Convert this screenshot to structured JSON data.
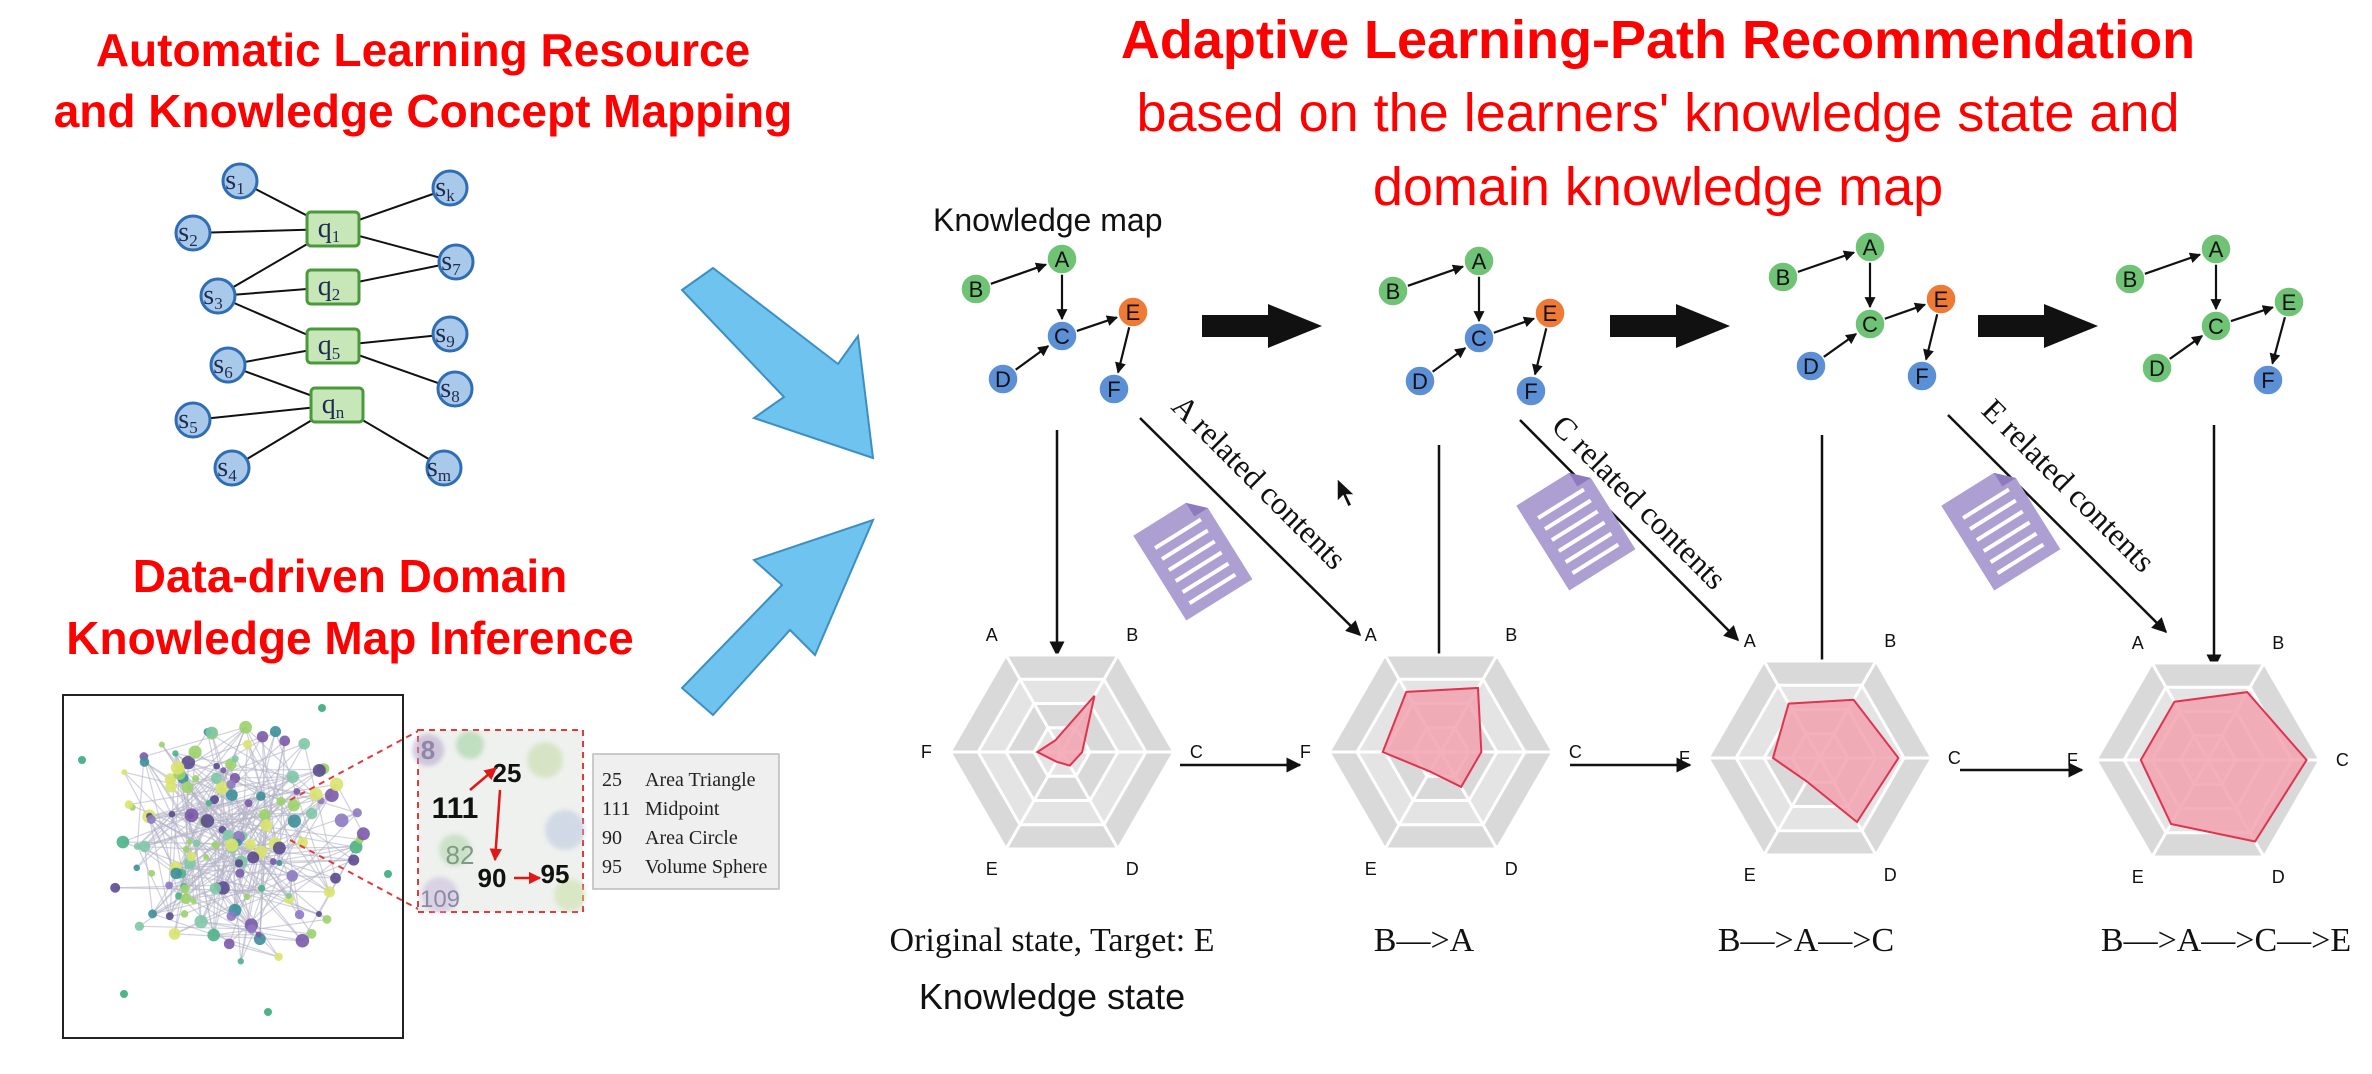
{
  "left_top_title": {
    "line1": "Automatic Learning Resource",
    "line2": "and Knowledge Concept Mapping"
  },
  "left_bottom_title": {
    "line1": "Data-driven Domain",
    "line2": "Knowledge Map Inference"
  },
  "main_title": {
    "line1": "Adaptive Learning-Path Recommendation",
    "line2": "based on the learners' knowledge state and",
    "line3": "domain knowledge map"
  },
  "bipartite": {
    "s_nodes": [
      {
        "id": "s1",
        "base": "s",
        "sub": "1"
      },
      {
        "id": "s2",
        "base": "s",
        "sub": "2"
      },
      {
        "id": "s3",
        "base": "s",
        "sub": "3"
      },
      {
        "id": "s6",
        "base": "s",
        "sub": "6"
      },
      {
        "id": "s5",
        "base": "s",
        "sub": "5"
      },
      {
        "id": "s4",
        "base": "s",
        "sub": "4"
      },
      {
        "id": "sk",
        "base": "s",
        "sub": "k"
      },
      {
        "id": "s7",
        "base": "s",
        "sub": "7"
      },
      {
        "id": "s9",
        "base": "s",
        "sub": "9"
      },
      {
        "id": "s8",
        "base": "s",
        "sub": "8"
      },
      {
        "id": "sm",
        "base": "s",
        "sub": "m"
      }
    ],
    "q_nodes": [
      {
        "id": "q1",
        "base": "q",
        "sub": "1"
      },
      {
        "id": "q2",
        "base": "q",
        "sub": "2"
      },
      {
        "id": "q5",
        "base": "q",
        "sub": "5"
      },
      {
        "id": "qn",
        "base": "q",
        "sub": "n"
      }
    ]
  },
  "zoom_inset": {
    "nodes": [
      "8",
      "25",
      "111",
      "82",
      "90",
      "95",
      "109"
    ]
  },
  "concept_legend": [
    {
      "id": "25",
      "name": "Area Triangle"
    },
    {
      "id": "111",
      "name": "Midpoint"
    },
    {
      "id": "90",
      "name": "Area Circle"
    },
    {
      "id": "95",
      "name": "Volume Sphere"
    }
  ],
  "knowledge_map_label": "Knowledge map",
  "knowledge_state_label": "Knowledge state",
  "kmap_nodes": [
    "A",
    "B",
    "C",
    "D",
    "E",
    "F"
  ],
  "kmap_stages": [
    {
      "colors": {
        "A": "green",
        "B": "green",
        "C": "blue",
        "D": "blue",
        "E": "orange",
        "F": "blue"
      }
    },
    {
      "colors": {
        "A": "green",
        "B": "green",
        "C": "blue",
        "D": "blue",
        "E": "orange",
        "F": "blue"
      }
    },
    {
      "colors": {
        "A": "green",
        "B": "green",
        "C": "green",
        "D": "blue",
        "E": "orange",
        "F": "blue"
      }
    },
    {
      "colors": {
        "A": "green",
        "B": "green",
        "C": "green",
        "D": "green",
        "E": "green",
        "F": "blue"
      }
    }
  ],
  "node_colors": {
    "green": "#6fc375",
    "blue": "#5b8fd6",
    "orange": "#ee7a35"
  },
  "related_contents": [
    "A related contents",
    "C related contents",
    "E related contents"
  ],
  "radar_axes": [
    "A",
    "B",
    "C",
    "D",
    "E",
    "F"
  ],
  "radar_states": [
    {
      "caption": "Original state, Target: E",
      "values": [
        0.12,
        0.58,
        0.18,
        0.14,
        0.1,
        0.22
      ]
    },
    {
      "caption": "B—>A",
      "values": [
        0.62,
        0.66,
        0.36,
        0.36,
        0.2,
        0.52
      ]
    },
    {
      "caption": "B—>A—>C",
      "values": [
        0.56,
        0.6,
        0.7,
        0.66,
        0.24,
        0.42
      ]
    },
    {
      "caption": "B—>A—>C—>E",
      "values": [
        0.6,
        0.7,
        0.88,
        0.84,
        0.66,
        0.6
      ]
    }
  ],
  "colors": {
    "title_red": "#ff0000",
    "arrow_blue": "#6ec3ef",
    "radar_fill": "#f2a3b0",
    "radar_stroke": "#e0334f",
    "doc_purple": "#ae9fd3"
  }
}
